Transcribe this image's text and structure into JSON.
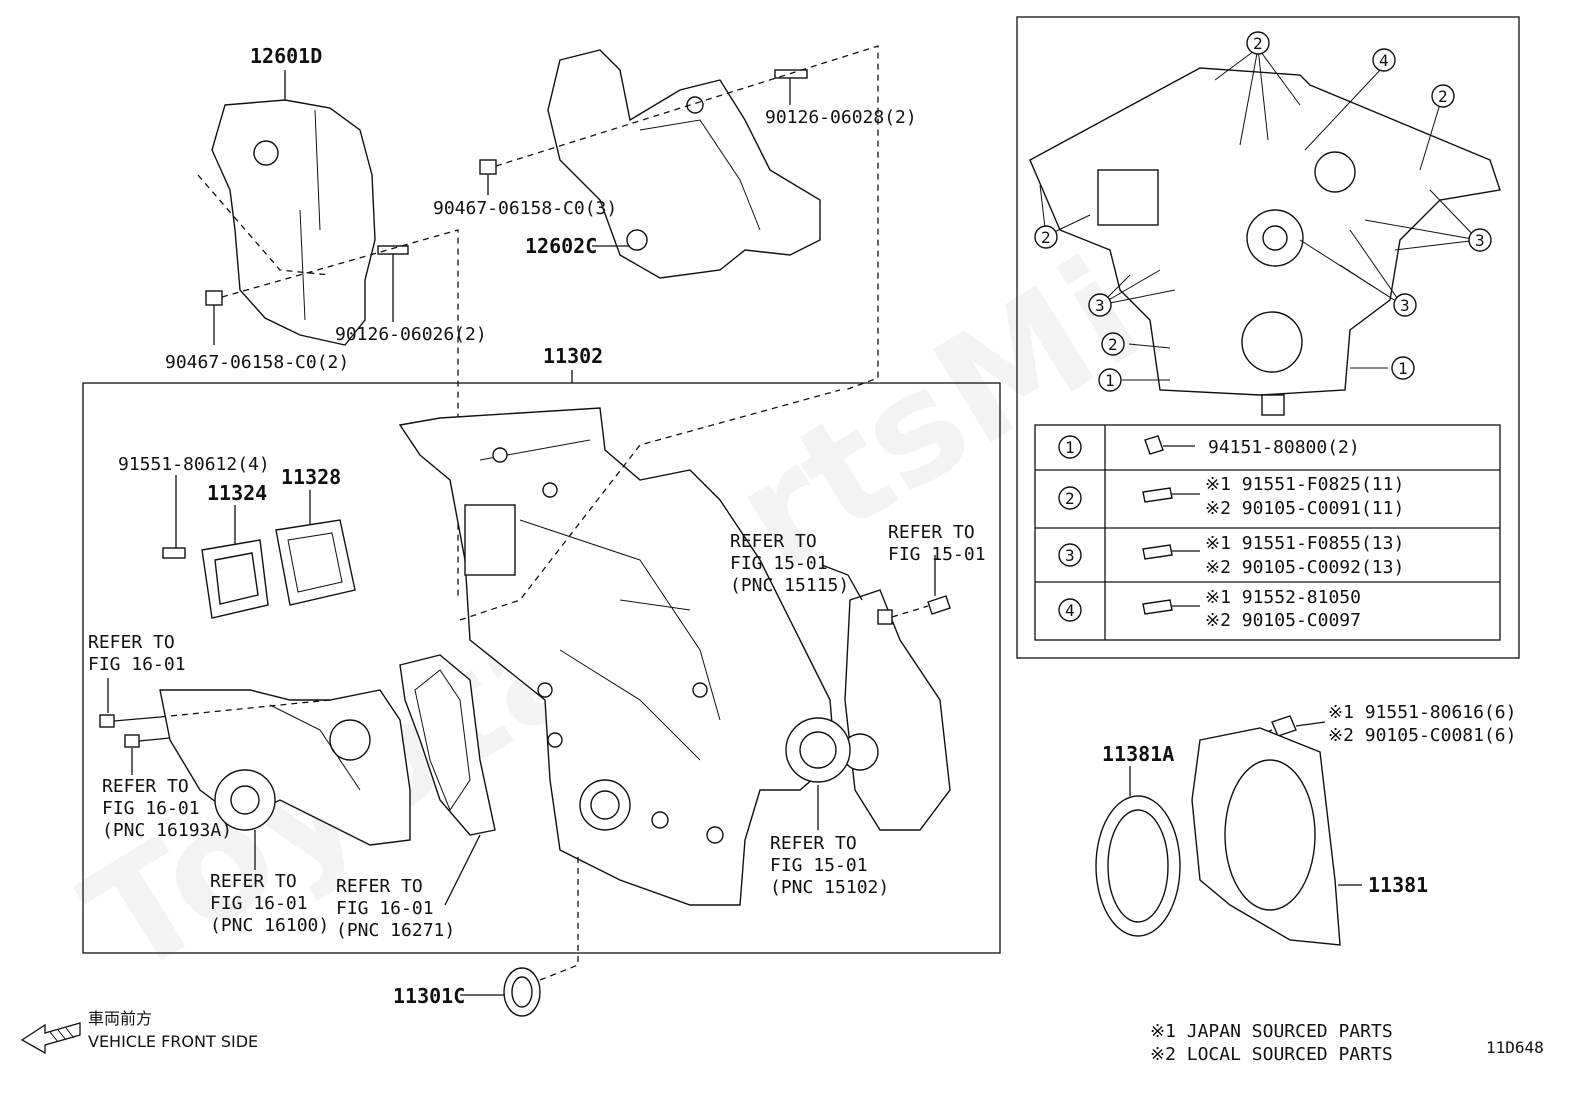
{
  "diagram_id": "11D648",
  "watermark": "ToyotaPartsMir",
  "parts": {
    "p12601D": "12601D",
    "p12602C": "12602C",
    "p90126_06028": "90126-06028(2)",
    "p90467_c0_3": "90467-06158-C0(3)",
    "p90126_06026": "90126-06026(2)",
    "p90467_c0_2": "90467-06158-C0(2)",
    "p11302": "11302",
    "p91551_80612": "91551-80612(4)",
    "p11324": "11324",
    "p11328": "11328",
    "p11301C": "11301C",
    "p11381A": "11381A",
    "p11381": "11381"
  },
  "refs": {
    "r_fig16_top_a": "REFER TO",
    "r_fig16_top_b": "FIG 16-01",
    "r_16193a_a": "REFER TO",
    "r_16193a_b": "FIG 16-01",
    "r_16193a_c": "(PNC 16193A)",
    "r_16100_a": "REFER TO",
    "r_16100_b": "FIG 16-01",
    "r_16100_c": "(PNC 16100)",
    "r_16271_a": "REFER TO",
    "r_16271_b": "FIG 16-01",
    "r_16271_c": "(PNC 16271)",
    "r_15115_a": "REFER TO",
    "r_15115_b": "FIG 15-01",
    "r_15115_c": "(PNC 15115)",
    "r_15_bolt_a": "REFER TO",
    "r_15_bolt_b": "FIG 15-01",
    "r_15102_a": "REFER TO",
    "r_15102_b": "FIG 15-01",
    "r_15102_c": "(PNC 15102)"
  },
  "bolt_table": [
    {
      "num": "1",
      "l1": "94151-80800(2)",
      "l2": ""
    },
    {
      "num": "2",
      "l1": "※1 91551-F0825(11)",
      "l2": "※2 90105-C0091(11)"
    },
    {
      "num": "3",
      "l1": "※1 91551-F0855(13)",
      "l2": "※2 90105-C0092(13)"
    },
    {
      "num": "4",
      "l1": "※1 91552-81050",
      "l2": "※2 90105-C0097"
    }
  ],
  "seal_bolts": {
    "l1": "※1 91551-80616(6)",
    "l2": "※2 90105-C0081(6)"
  },
  "legend": {
    "japan": "※1  JAPAN SOURCED PARTS",
    "local": "※2  LOCAL SOURCED PARTS"
  },
  "direction": {
    "jp": "車両前方",
    "en": "VEHICLE FRONT SIDE"
  }
}
